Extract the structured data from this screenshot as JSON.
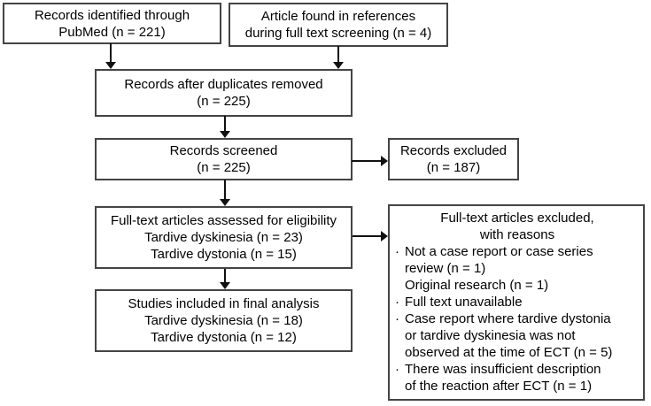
{
  "colors": {
    "box_border": "#444444",
    "arrow": "#111111",
    "text": "#000000",
    "background": "#ffffff"
  },
  "boxes": {
    "identified": {
      "lines": [
        "Records identified through",
        "PubMed (n = 221)"
      ]
    },
    "references": {
      "lines": [
        "Article found in references",
        "during full text screening (n = 4)"
      ]
    },
    "duplicates": {
      "lines": [
        "Records after duplicates removed",
        "(n = 225)"
      ]
    },
    "screened": {
      "lines": [
        "Records screened",
        "(n = 225)"
      ]
    },
    "excluded": {
      "lines": [
        "Records excluded",
        "(n = 187)"
      ]
    },
    "eligibility": {
      "lines": [
        "Full-text articles assessed for eligibility",
        "Tardive dyskinesia (n = 23)",
        "Tardive dystonia (n = 15)"
      ]
    },
    "included": {
      "lines": [
        "Studies included in final analysis",
        "Tardive dyskinesia (n = 18)",
        "Tardive dystonia (n = 12)"
      ]
    },
    "fulltext_excluded": {
      "title_lines": [
        "Full-text articles excluded,",
        "with reasons"
      ],
      "bullet_char": "·",
      "bullets": [
        {
          "lines": [
            "Not a case report or case series",
            "review (n = 1)",
            "Original research (n = 1)"
          ]
        },
        {
          "lines": [
            "Full text unavailable"
          ]
        },
        {
          "lines": [
            "Case report where tardive dystonia",
            "or tardive dyskinesia was not",
            "observed at the time of ECT (n = 5)"
          ]
        },
        {
          "lines": [
            "There was insufficient description",
            "of the reaction after ECT (n = 1)"
          ]
        }
      ]
    }
  }
}
